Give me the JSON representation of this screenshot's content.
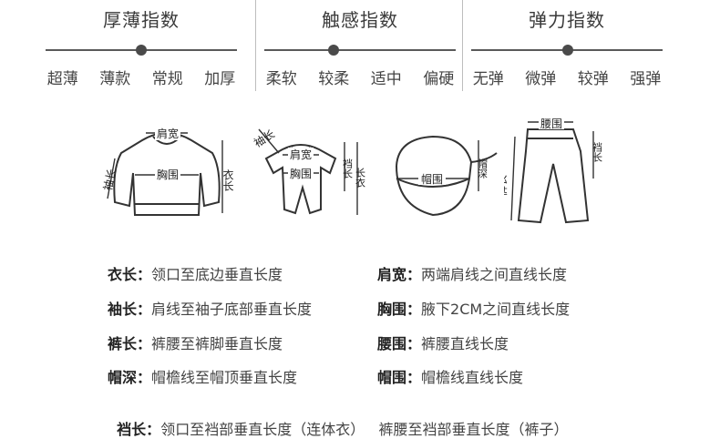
{
  "indices": [
    {
      "title": "厚薄指数",
      "options": [
        "超薄",
        "薄款",
        "常规",
        "加厚"
      ]
    },
    {
      "title": "触感指数",
      "options": [
        "柔软",
        "较柔",
        "适中",
        "偏硬"
      ]
    },
    {
      "title": "弹力指数",
      "options": [
        "无弹",
        "微弹",
        "较弹",
        "强弹"
      ]
    }
  ],
  "figures": {
    "top": {
      "shoulder": "肩宽",
      "sleeve": "袖长",
      "chest": "胸围",
      "length": "衣长"
    },
    "romper": {
      "sleeve": "袖长",
      "shoulder": "肩宽",
      "chest": "胸围",
      "crotch": "裆长",
      "length": "长衣"
    },
    "hat": {
      "circ": "帽围",
      "depth": "帽深"
    },
    "pants": {
      "waist": "腰围",
      "length": "裤长",
      "crotch": "裆长"
    }
  },
  "definitions": [
    {
      "key": "衣长：",
      "text": "领口至底边垂直长度"
    },
    {
      "key": "肩宽：",
      "text": "两端肩线之间直线长度"
    },
    {
      "key": "袖长：",
      "text": "肩线至袖子底部垂直长度"
    },
    {
      "key": "胸围：",
      "text": "腋下2CM之间直线长度"
    },
    {
      "key": "裤长：",
      "text": "裤腰至裤脚垂直长度"
    },
    {
      "key": "腰围：",
      "text": "裤腰直线长度"
    },
    {
      "key": "帽深：",
      "text": "帽檐线至帽顶垂直长度"
    },
    {
      "key": "帽围：",
      "text": "帽檐线直线长度"
    },
    {
      "key": "裆长：",
      "text": "领口至裆部垂直长度（连体衣）   裤腰至裆部垂直长度（裤子）"
    }
  ]
}
